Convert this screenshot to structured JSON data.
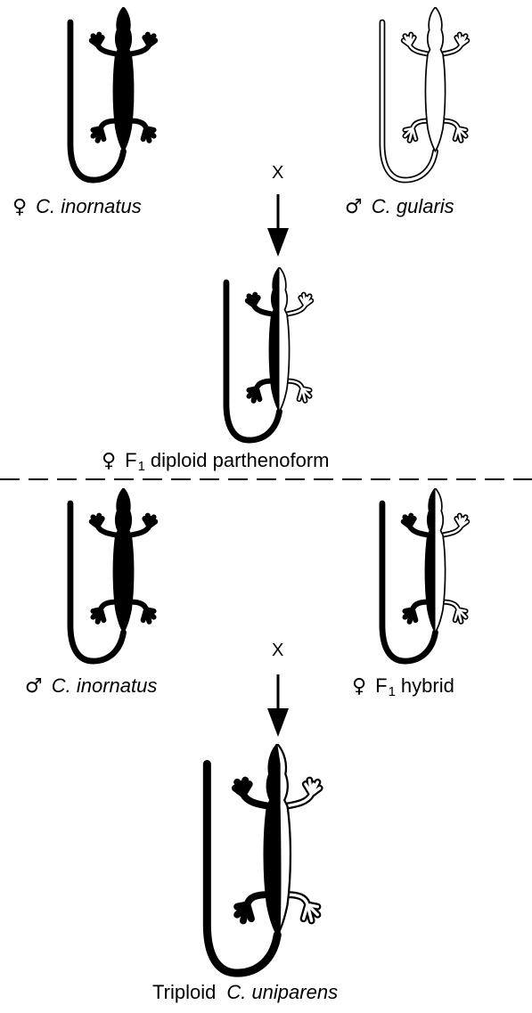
{
  "labels": {
    "parent1_symbol": "♀",
    "parent1_name": "C. inornatus",
    "parent2_symbol": "♂",
    "parent2_name": "C. gularis",
    "cross1": "X",
    "f1_symbol": "♀",
    "f1_prefix": "F",
    "f1_sub": "1",
    "f1_rest": "diploid parthenoform",
    "parent3_symbol": "♂",
    "parent3_name": "C. inornatus",
    "parent4_symbol": "♀",
    "parent4_prefix": "F",
    "parent4_sub": "1",
    "parent4_rest": "hybrid",
    "cross2": "X",
    "result_prefix": "Triploid",
    "result_name": "C. uniparens"
  }
}
